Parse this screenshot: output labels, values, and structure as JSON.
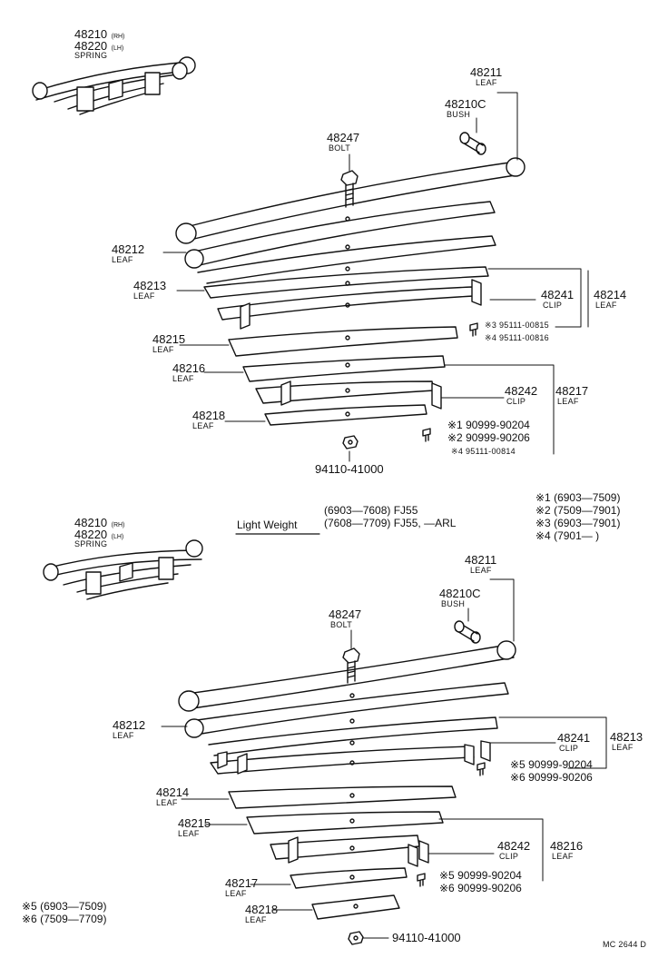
{
  "top": {
    "spring_assembly": {
      "num1": "48210",
      "num1_side": "(RH)",
      "num2": "48220",
      "num2_side": "(LH)",
      "name": "SPRING"
    },
    "leaf_48211": {
      "num": "48211",
      "name": "LEAF"
    },
    "bush_48210c": {
      "num": "48210C",
      "name": "BUSH"
    },
    "bolt_48247": {
      "num": "48247",
      "name": "BOLT"
    },
    "leaf_48212": {
      "num": "48212",
      "name": "LEAF"
    },
    "leaf_48213": {
      "num": "48213",
      "name": "LEAF"
    },
    "clip_48241": {
      "num": "48241",
      "name": "CLIP"
    },
    "leaf_48214": {
      "num": "48214",
      "name": "LEAF"
    },
    "rivet_a": {
      "mark": "※3",
      "num": "95111-00815"
    },
    "rivet_b": {
      "mark": "※4",
      "num": "95111-00816"
    },
    "leaf_48215": {
      "num": "48215",
      "name": "LEAF"
    },
    "leaf_48216": {
      "num": "48216",
      "name": "LEAF"
    },
    "clip_48242": {
      "num": "48242",
      "name": "CLIP"
    },
    "leaf_48217": {
      "num": "48217",
      "name": "LEAF"
    },
    "leaf_48218": {
      "num": "48218",
      "name": "LEAF"
    },
    "bolt_a": {
      "mark": "※1",
      "num": "90999-90204"
    },
    "bolt_b": {
      "mark": "※2",
      "num": "90999-90206"
    },
    "rivet_c": {
      "mark": "※4",
      "num": "95111-00814"
    },
    "nut": {
      "num": "94110-41000"
    }
  },
  "middle": {
    "light_weight": "Light Weight",
    "range1": "(6903—7608) FJ55",
    "range2": "(7608—7709) FJ55, —ARL",
    "notes": [
      {
        "mark": "※1",
        "text": "(6903—7509)"
      },
      {
        "mark": "※2",
        "text": "(7509—7901)"
      },
      {
        "mark": "※3",
        "text": "(6903—7901)"
      },
      {
        "mark": "※4",
        "text": "(7901—        )"
      }
    ]
  },
  "bottom": {
    "spring_assembly": {
      "num1": "48210",
      "num1_side": "(RH)",
      "num2": "48220",
      "num2_side": "(LH)",
      "name": "SPRING"
    },
    "leaf_48211": {
      "num": "48211",
      "name": "LEAF"
    },
    "bush_48210c": {
      "num": "48210C",
      "name": "BUSH"
    },
    "bolt_48247": {
      "num": "48247",
      "name": "BOLT"
    },
    "leaf_48212": {
      "num": "48212",
      "name": "LEAF"
    },
    "clip_48241": {
      "num": "48241",
      "name": "CLIP"
    },
    "leaf_48213": {
      "num": "48213",
      "name": "LEAF"
    },
    "bolt_a": {
      "mark": "※5",
      "num": "90999-90204"
    },
    "bolt_b": {
      "mark": "※6",
      "num": "90999-90206"
    },
    "leaf_48214": {
      "num": "48214",
      "name": "LEAF"
    },
    "leaf_48215": {
      "num": "48215",
      "name": "LEAF"
    },
    "clip_48242": {
      "num": "48242",
      "name": "CLIP"
    },
    "leaf_48216": {
      "num": "48216",
      "name": "LEAF"
    },
    "bolt_c": {
      "mark": "※5",
      "num": "90999-90204"
    },
    "bolt_d": {
      "mark": "※6",
      "num": "90999-90206"
    },
    "leaf_48217": {
      "num": "48217",
      "name": "LEAF"
    },
    "leaf_48218": {
      "num": "48218",
      "name": "LEAF"
    },
    "nut": {
      "num": "94110-41000"
    },
    "notes": [
      {
        "mark": "※5",
        "text": "(6903—7509)"
      },
      {
        "mark": "※6",
        "text": "(7509—7709)"
      }
    ]
  },
  "footer_code": "MC 2644 D"
}
